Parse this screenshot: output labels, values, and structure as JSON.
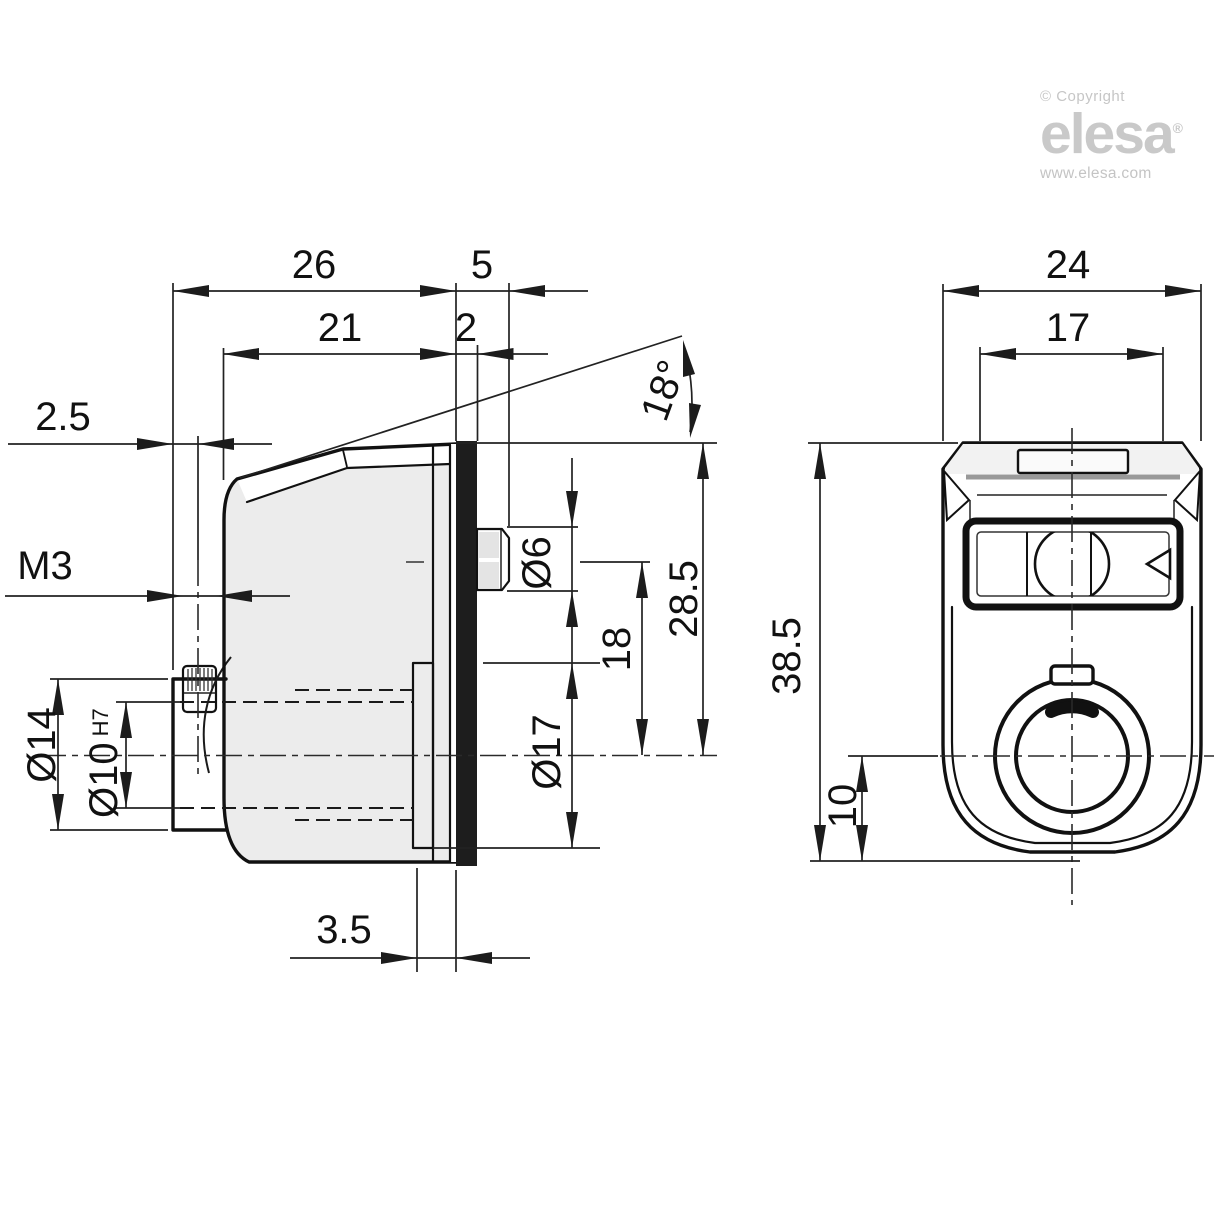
{
  "branding": {
    "copyright": "© Copyright",
    "logo_text": "elesa",
    "registered_mark": "®",
    "website": "www.elesa.com"
  },
  "side_view": {
    "dimensions": {
      "overall_depth": "26",
      "knob_protrusion": "5",
      "body_depth": "21",
      "lens_thickness": "2",
      "screw_offset": "2.5",
      "set_screw": "M3",
      "face_angle": "18°",
      "knob_dia": "Ø6",
      "total_height": "28.5",
      "knob_axis_dist": "18",
      "drum_dia": "Ø17",
      "bushing_dia": "Ø14",
      "bore_dia": "Ø10",
      "bore_tol": "H7",
      "step_depth": "3.5"
    }
  },
  "front_view": {
    "dimensions": {
      "overall_width": "24",
      "cap_width": "17",
      "overall_height": "38.5",
      "axis_height": "10"
    }
  },
  "colors": {
    "background": "#ffffff",
    "body_fill": "#ececec",
    "chamfer_fill": "#ffffff",
    "lens_strip": "#1d1d1d",
    "knob_inner_fill": "#e4e4e4",
    "cap_face_fill": "#f2f2f2",
    "shadow_gray": "#999999",
    "outline": "#111111",
    "dimension_color": "#1c1c1c",
    "logo_gray": "#c9c9c9"
  }
}
